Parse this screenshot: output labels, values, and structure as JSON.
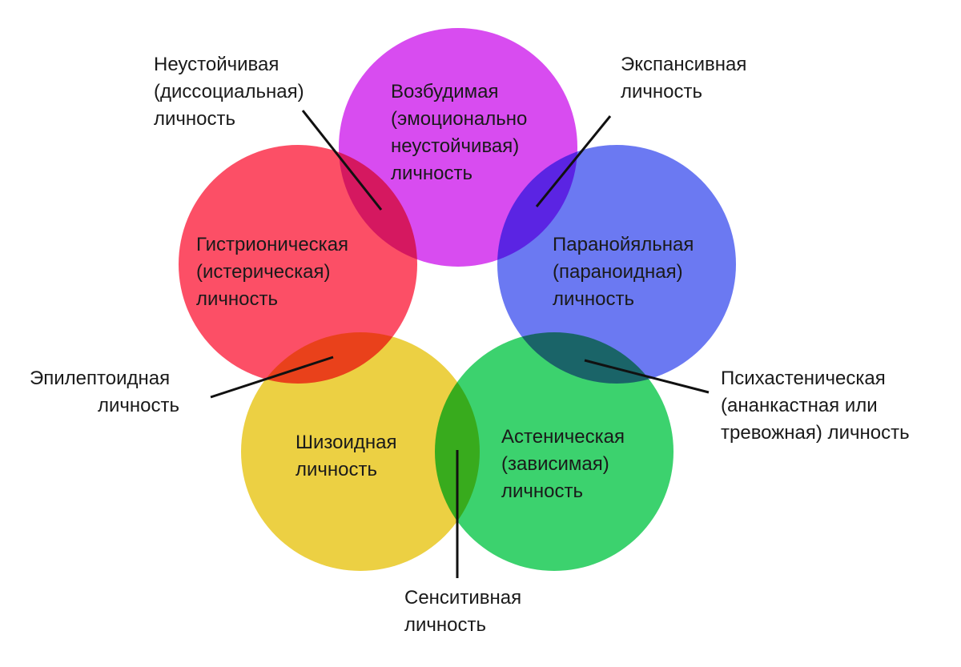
{
  "circles": [
    {
      "id": "excitable",
      "color": "#d84cf0",
      "label_lines": [
        "Возбудимая",
        "(эмоционально",
        "неустойчивая)",
        "личность"
      ]
    },
    {
      "id": "paranoid",
      "color": "#6b79f2",
      "label_lines": [
        "Паранойяльная",
        "(параноидная)",
        "личность"
      ]
    },
    {
      "id": "asthenic",
      "color": "#3cd26e",
      "label_lines": [
        "Астеническая",
        "(зависимая)",
        "личность"
      ]
    },
    {
      "id": "schizoid",
      "color": "#ecd043",
      "label_lines": [
        "Шизоидная",
        "личность"
      ]
    },
    {
      "id": "histrionic",
      "color": "#fc4f66",
      "label_lines": [
        "Гистрионическая",
        "(истерическая)",
        "личность"
      ]
    }
  ],
  "overlap_labels": [
    {
      "id": "unstable",
      "lines": [
        "Неустойчивая",
        "(диссоциальная)",
        "личность"
      ]
    },
    {
      "id": "expansive",
      "lines": [
        "Экспансивная",
        "личность"
      ]
    },
    {
      "id": "psychasthenic",
      "lines": [
        "Психастеническая",
        "(ананкастная или",
        "тревожная) личность"
      ]
    },
    {
      "id": "sensitive",
      "lines": [
        "Сенситивная",
        "личность"
      ]
    },
    {
      "id": "epileptoid",
      "lines": [
        "Эпилептоидная",
        "личность"
      ]
    }
  ]
}
